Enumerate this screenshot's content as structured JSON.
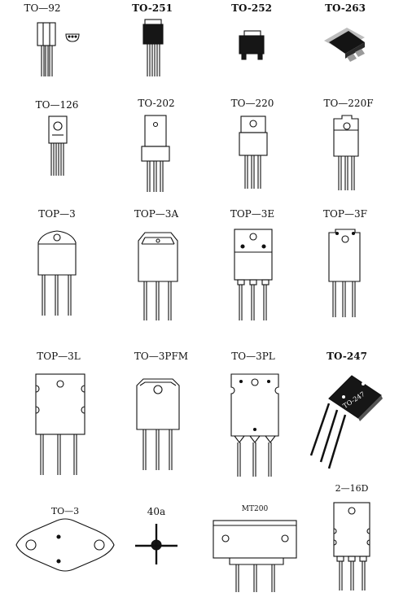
{
  "packages": [
    {
      "id": "to92",
      "label": "TO—92"
    },
    {
      "id": "to251",
      "label": "TO-251"
    },
    {
      "id": "to252",
      "label": "TO-252"
    },
    {
      "id": "to263",
      "label": "TO-263"
    },
    {
      "id": "to126",
      "label": "TO—126"
    },
    {
      "id": "to202",
      "label": "TO-202"
    },
    {
      "id": "to220",
      "label": "TO—220"
    },
    {
      "id": "to220f",
      "label": "TO—220F"
    },
    {
      "id": "top3",
      "label": "TOP—3"
    },
    {
      "id": "top3a",
      "label": "TOP—3A"
    },
    {
      "id": "top3e",
      "label": "TOP—3E"
    },
    {
      "id": "top3f",
      "label": "TOP—3F"
    },
    {
      "id": "top3l",
      "label": "TOP—3L"
    },
    {
      "id": "to3pfm",
      "label": "TO—3PFM"
    },
    {
      "id": "to3pl",
      "label": "TO—3PL"
    },
    {
      "id": "to247",
      "label": "TO-247"
    },
    {
      "id": "to3",
      "label": "TO—3"
    },
    {
      "id": "p40a",
      "label": "40a"
    },
    {
      "id": "mt200",
      "label": "MT200"
    },
    {
      "id": "p216d",
      "label": "2—16D"
    }
  ],
  "body_markings": {
    "to247": "TO-247"
  },
  "colors": {
    "ink": "#111111",
    "body_dark": "#161616",
    "tab_metal": "#9a9a9a"
  }
}
